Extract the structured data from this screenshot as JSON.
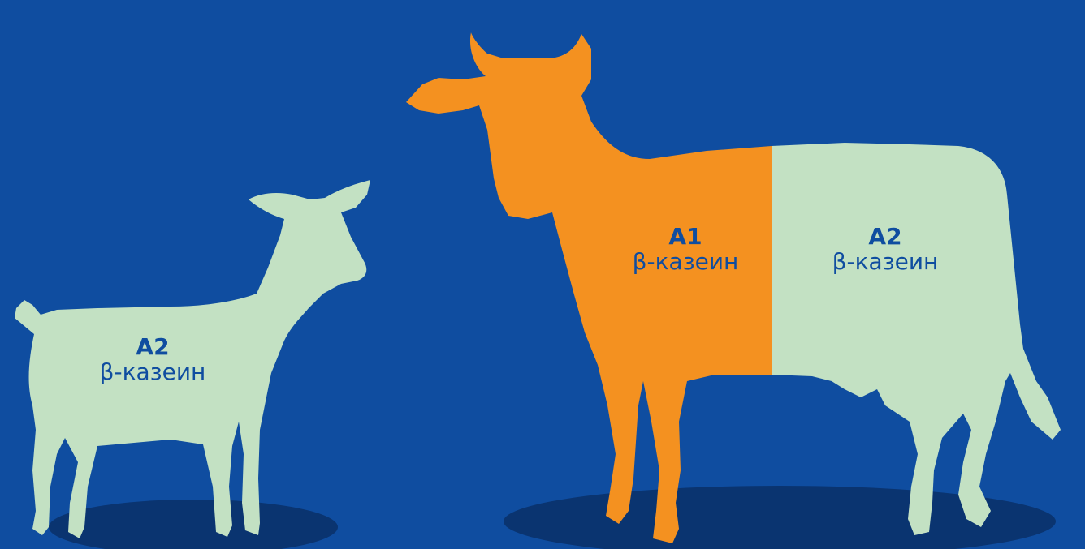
{
  "colors": {
    "background": "#0f4da0",
    "shadow": "#0a3470",
    "a2_fill": "#c3e1c3",
    "a1_fill": "#f49120"
  },
  "goat": {
    "gene": "A2",
    "protein": "β-казеин"
  },
  "cow": {
    "front": {
      "gene": "A1",
      "protein": "β-казеин"
    },
    "rear": {
      "gene": "A2",
      "protein": "β-казеин"
    }
  }
}
